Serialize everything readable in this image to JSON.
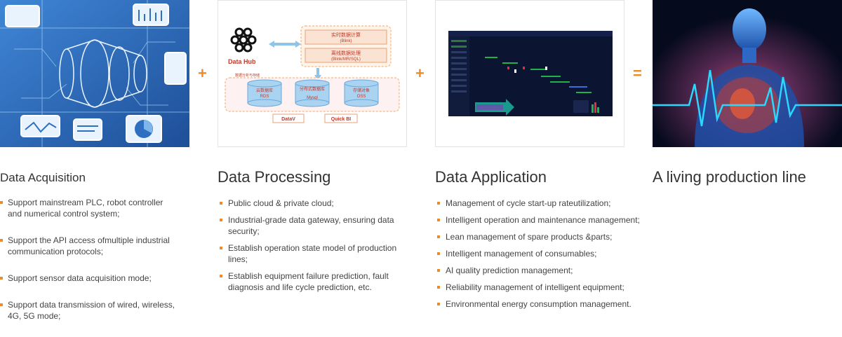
{
  "colors": {
    "accent": "#f08a24",
    "blue_bg": "#2a68b6",
    "dark_screen": "#0b1430"
  },
  "operators": {
    "plus1": "+",
    "plus2": "+",
    "equals": "="
  },
  "panel1": {
    "title": "Data Acquisition",
    "items": [
      "Support mainstream PLC, robot controller and numerical control system;",
      "Support the API access ofmultiple industrial communication protocols;",
      "Support sensor data acquisition mode;",
      "Support data transmission of wired, wireless, 4G, 5G mode;"
    ]
  },
  "panel2": {
    "title": "Data Processing",
    "diagram": {
      "logo_label": "Data Hub",
      "box_top_title": "实时数据计算",
      "box_top_sub": "(Blink)",
      "box_mid_title": "离线数据处理",
      "box_mid_sub": "(Blink/MR/SQL)",
      "region_label": "数据分析与存储",
      "db1_title": "云数据库",
      "db1_sub": "RDS",
      "db2_title": "分布式数据库",
      "db2_sub": "Mysql",
      "db3_title": "存储对象",
      "db3_sub": "OSS",
      "out1": "DataV",
      "out2": "Quick BI"
    },
    "items": [
      "Public cloud & private cloud;",
      "Industrial-grade data gateway, ensuring data security;",
      "Establish operation state model of production lines;",
      "Establish equipment failure prediction, fault diagnosis and life cycle prediction, etc."
    ]
  },
  "panel3": {
    "title": "Data Application",
    "items": [
      "Management of cycle start-up rateutilization;",
      "Intelligent operation and maintenance management;",
      "Lean management of spare products &parts;",
      "Intelligent management of consumables;",
      "AI quality prediction management;",
      "Reliability management of intelligent equipment;",
      "Environmental energy consumption management."
    ]
  },
  "panel4": {
    "title": "A living production line"
  }
}
